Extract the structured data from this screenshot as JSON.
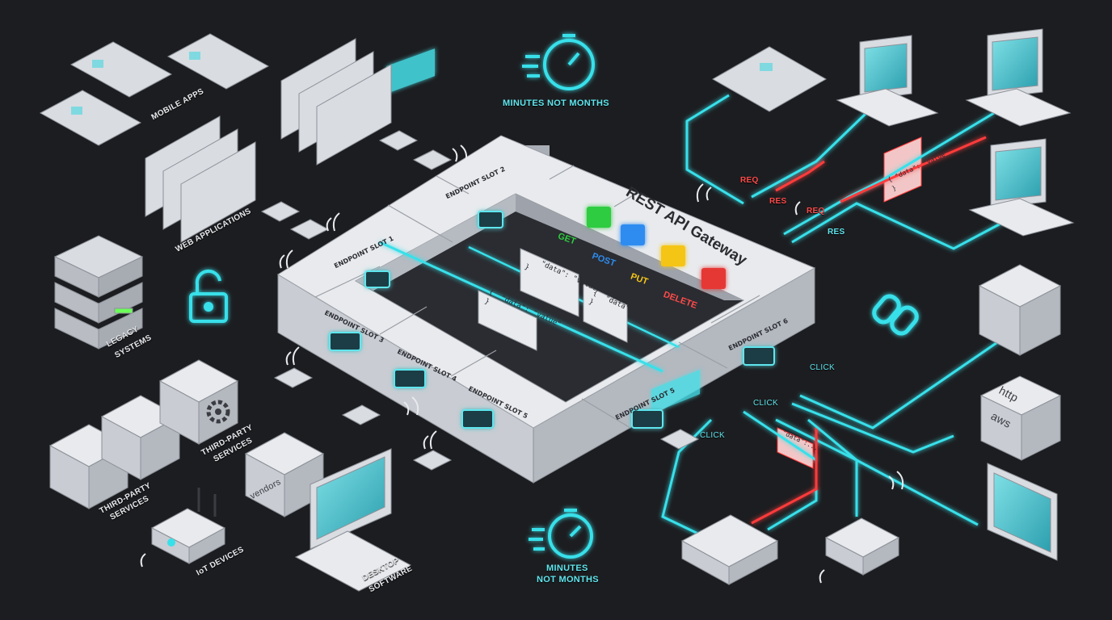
{
  "gateway": {
    "title": "REST API Gateway",
    "slots": [
      "ENDPOINT SLOT 1",
      "ENDPOINT SLOT 2",
      "ENDPOINT SLOT 3",
      "ENDPOINT SLOT 4",
      "ENDPOINT SLOT 5",
      "ENDPOINT SLOT 5",
      "ENDPOINT SLOT 6"
    ],
    "methods": [
      {
        "label": "GET",
        "color": "#2ecc40"
      },
      {
        "label": "POST",
        "color": "#2d8cf0"
      },
      {
        "label": "PUT",
        "color": "#f5c518"
      },
      {
        "label": "DELETE",
        "color": "#e53935"
      }
    ]
  },
  "payloads": {
    "double": "{  \"data\": \"value\"\n   \"data\": \"value\"\n}",
    "single": "{  \"data\": \"value\"\n}",
    "short": "{  \"data\": ...\n}",
    "red_top": "{ \"data\": \"value\"\n}",
    "red_bottom": "\"data\":..."
  },
  "badges": {
    "top": "MINUTES NOT MONTHS",
    "bottom_line1": "MINUTES",
    "bottom_line2": "NOT MONTHS"
  },
  "left_groups": {
    "mobile": "MOBILE APPS",
    "web": "WEB APPLICATIONS",
    "legacy_line1": "LEGACY",
    "legacy_line2": "SYSTEMS",
    "third1_line1": "THIRD-PARTY",
    "third1_line2": "SERVICES",
    "third2_line1": "THIRD-PARTY",
    "third2_line2": "SERVICES",
    "vendors": "vendors",
    "iot": "IoT DEVICES",
    "desktop_line1": "DESKTOP",
    "desktop_line2": "SOFTWARE"
  },
  "right_labels": {
    "req1": "REQ",
    "res1": "RES",
    "req2": "REQ",
    "res2": "RES",
    "click1": "CLICK",
    "click2": "CLICK",
    "click3": "CLICK",
    "aws": "aws",
    "http": "http"
  },
  "colors": {
    "background": "#1c1d20",
    "device": "#d9dce1",
    "glow": "#38e0ea",
    "request_red": "#ff3b3b"
  }
}
